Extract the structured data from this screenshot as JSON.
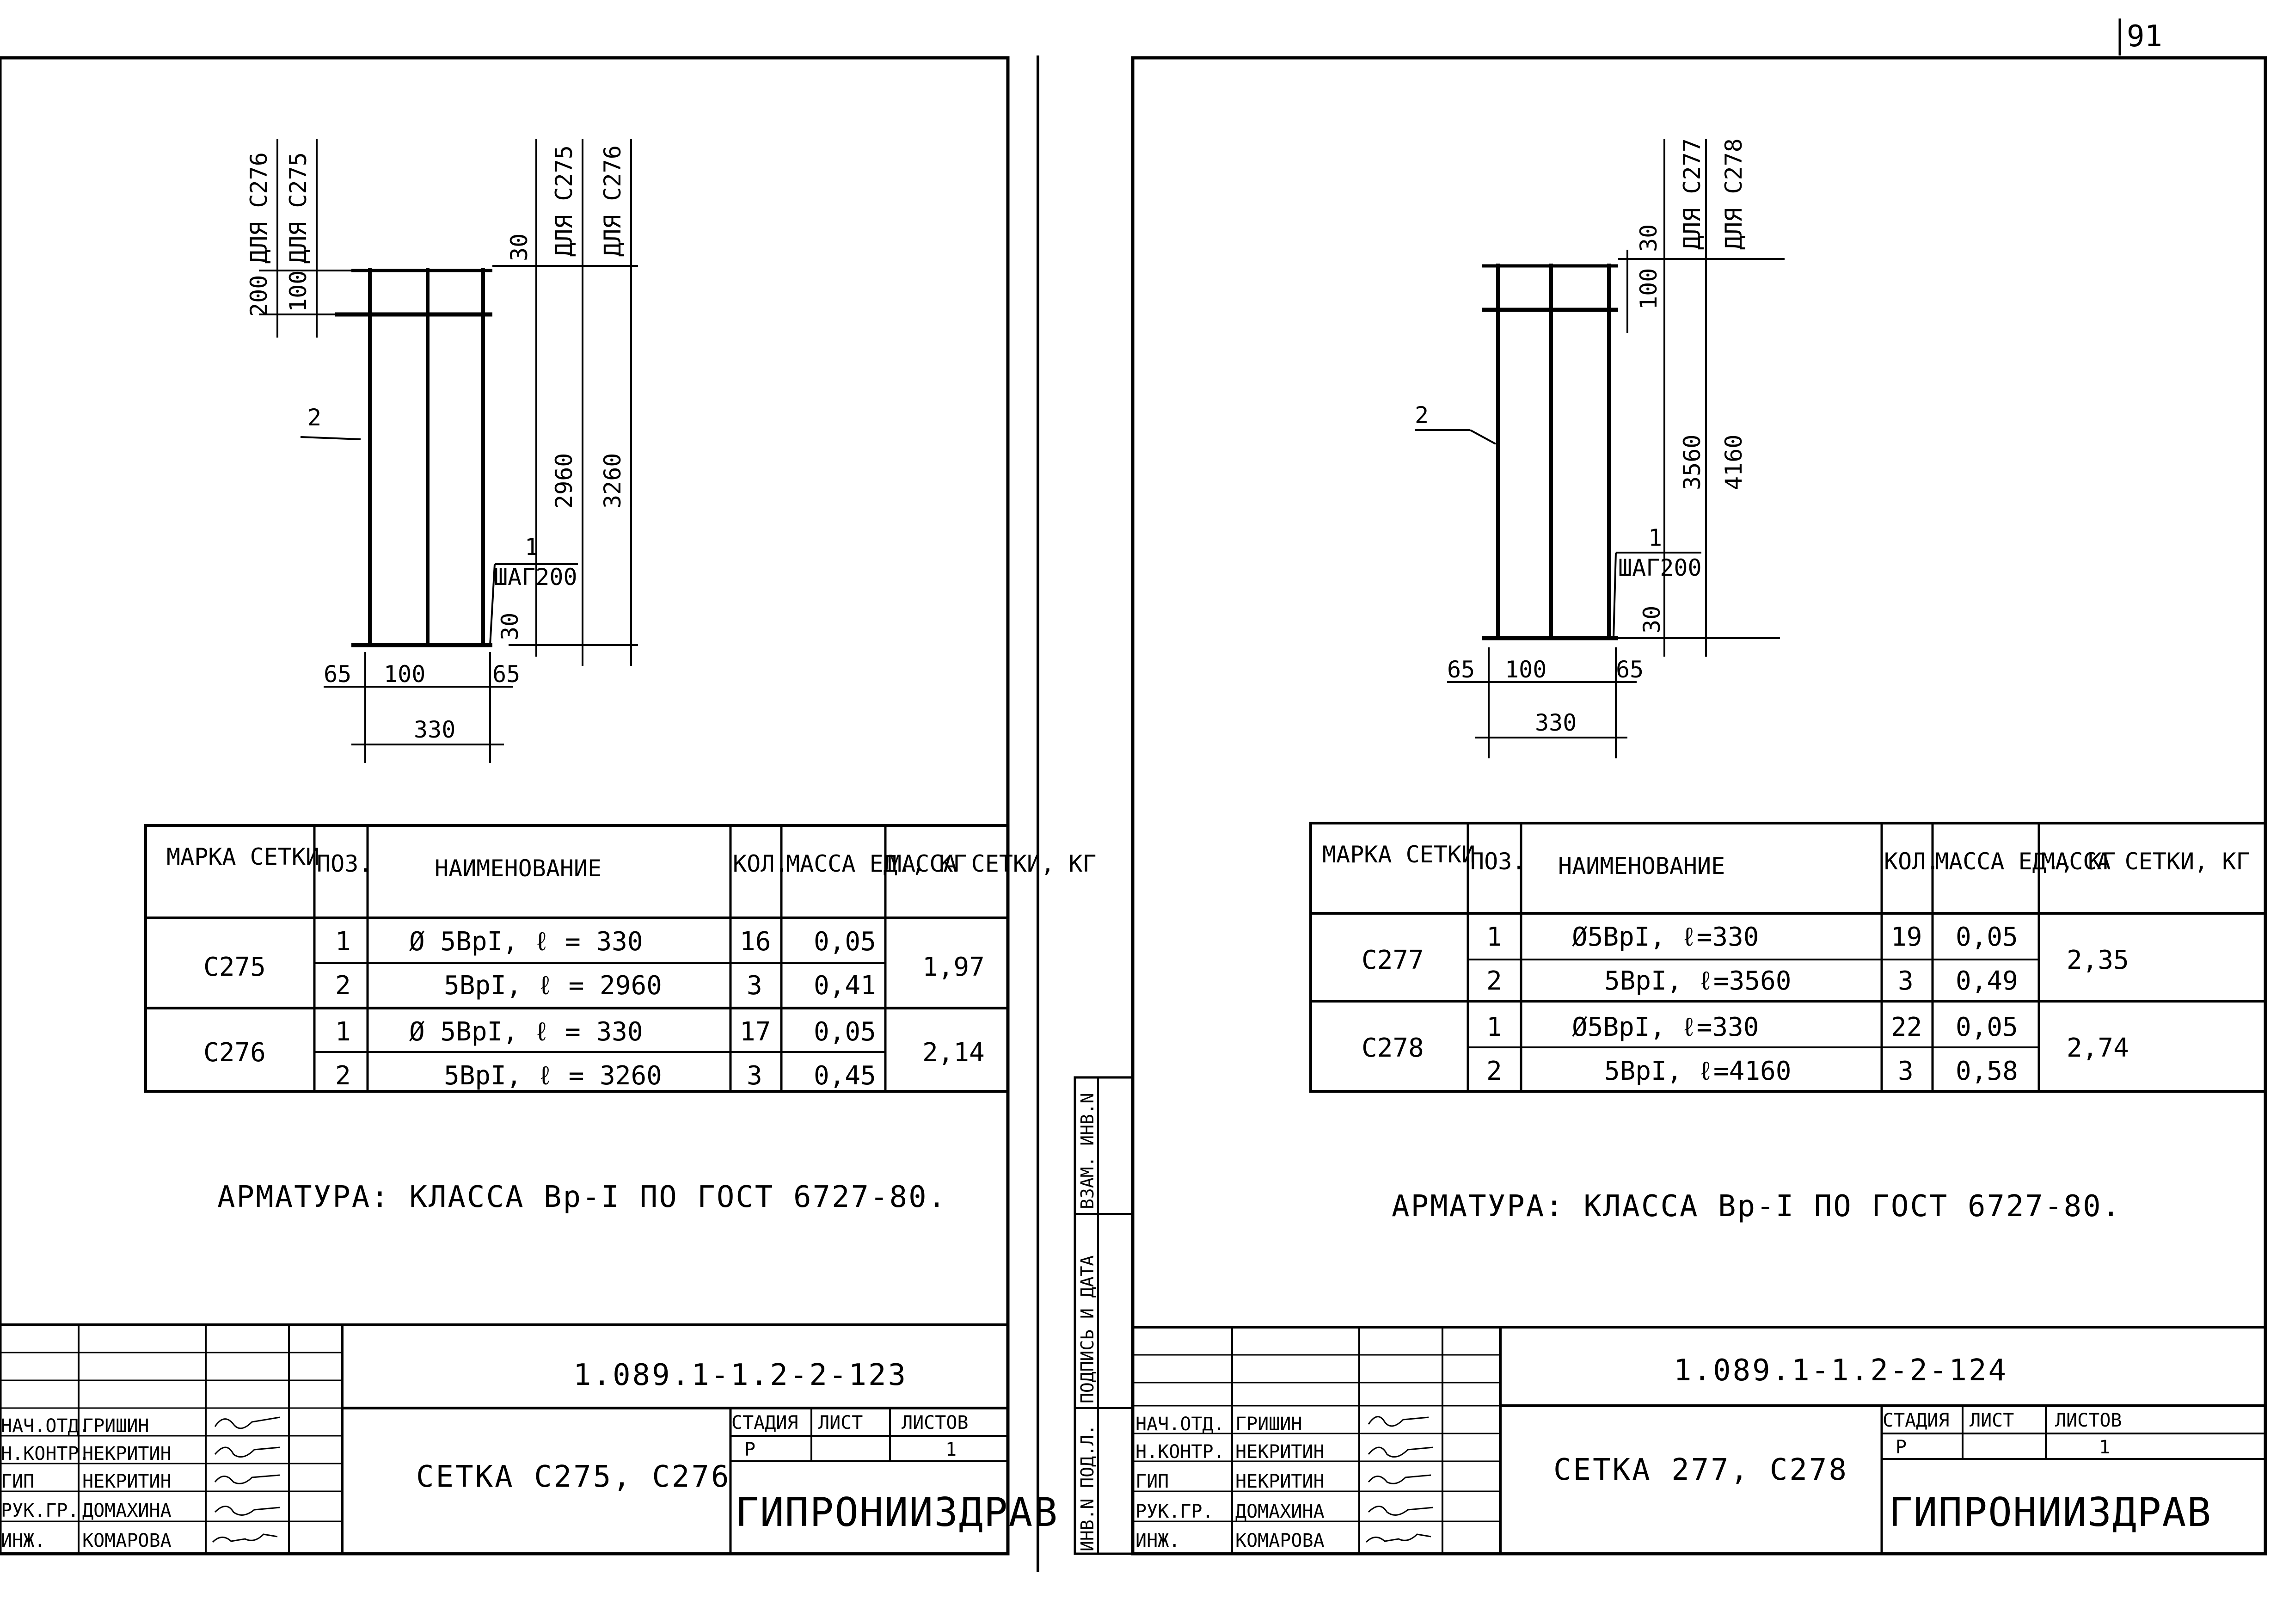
{
  "page_number": "91",
  "stamp_column": [
    "ИНВ.N ПОД.Л.",
    "ПОДПИСЬ И ДАТА",
    "ВЗАМ. ИНВ.N"
  ],
  "sheets": [
    {
      "id": "left",
      "drawing": {
        "dims_top": [
          "200",
          "100",
          "30"
        ],
        "dims_top_labels": [
          "ДЛЯ C276",
          "ДЛЯ C275",
          "ДЛЯ C275",
          "ДЛЯ C276"
        ],
        "dims_height": [
          "2960",
          "3260"
        ],
        "dims_bottom": [
          "65",
          "100",
          "65",
          "30"
        ],
        "dim_width": "330",
        "pos_1": "1",
        "pos_1_step": "ШАГ200",
        "pos_2": "2"
      },
      "table": {
        "headers": [
          "МАРКА СЕТКИ",
          "ПОЗ.",
          "НАИМЕНОВАНИЕ",
          "КОЛ.",
          "МАССА ЕД., КГ",
          "МАССА СЕТКИ, КГ"
        ],
        "groups": [
          {
            "mark": "C275",
            "mass_total": "1,97",
            "rows": [
              {
                "pos": "1",
                "name": "Ø 5ВрI,   ℓ = 330",
                "qty": "16",
                "mass": "0,05"
              },
              {
                "pos": "2",
                "name": "5ВрI,   ℓ = 2960",
                "qty": "3",
                "mass": "0,41"
              }
            ]
          },
          {
            "mark": "C276",
            "mass_total": "2,14",
            "rows": [
              {
                "pos": "1",
                "name": "Ø 5ВрI,   ℓ = 330",
                "qty": "17",
                "mass": "0,05"
              },
              {
                "pos": "2",
                "name": "5ВрI,   ℓ = 3260",
                "qty": "3",
                "mass": "0,45"
              }
            ]
          }
        ]
      },
      "note": "АРМАТУРА: КЛАССА  Вр-I  ПО ГОСТ 6727-80.",
      "title_block": {
        "code": "1.089.1-1.2-2-123",
        "title": "СЕТКА С275, С276",
        "stage_label": "СТАДИЯ",
        "sheet_label": "ЛИСТ",
        "sheets_label": "ЛИСТОВ",
        "stage": "Р",
        "sheet": "",
        "sheets": "1",
        "org": "ГИПРОНИИЗДРАВ",
        "people": [
          {
            "role": "НАЧ.ОТД.",
            "name": "ГРИШИН"
          },
          {
            "role": "Н.КОНТР.",
            "name": "НЕКРИТИН"
          },
          {
            "role": "ГИП",
            "name": "НЕКРИТИН"
          },
          {
            "role": "РУК.ГР.",
            "name": "ДОМАХИНА"
          },
          {
            "role": "ИНЖ.",
            "name": "КОМАРОВА"
          }
        ]
      }
    },
    {
      "id": "right",
      "drawing": {
        "dims_top": [
          "100",
          "30"
        ],
        "dims_top_labels": [
          "ДЛЯ C277",
          "ДЛЯ C278"
        ],
        "dims_height": [
          "3560",
          "4160"
        ],
        "dims_bottom": [
          "65",
          "100",
          "65",
          "30"
        ],
        "dim_width": "330",
        "pos_1": "1",
        "pos_1_step": "ШАГ200",
        "pos_2": "2"
      },
      "table": {
        "headers": [
          "МАРКА СЕТКИ",
          "ПОЗ.",
          "НАИМЕНОВАНИЕ",
          "КОЛ.",
          "МАССА ЕД., КГ",
          "МАССА СЕТКИ, КГ"
        ],
        "groups": [
          {
            "mark": "C277",
            "mass_total": "2,35",
            "rows": [
              {
                "pos": "1",
                "name": "Ø5ВрI,   ℓ=330",
                "qty": "19",
                "mass": "0,05"
              },
              {
                "pos": "2",
                "name": "5ВрI,   ℓ=3560",
                "qty": "3",
                "mass": "0,49"
              }
            ]
          },
          {
            "mark": "C278",
            "mass_total": "2,74",
            "rows": [
              {
                "pos": "1",
                "name": "Ø5ВрI,   ℓ=330",
                "qty": "22",
                "mass": "0,05"
              },
              {
                "pos": "2",
                "name": "5ВрI,   ℓ=4160",
                "qty": "3",
                "mass": "0,58"
              }
            ]
          }
        ]
      },
      "note": "АРМАТУРА: КЛАССА  Вр-I  ПО ГОСТ 6727-80.",
      "title_block": {
        "code": "1.089.1-1.2-2-124",
        "title": "СЕТКА 277, С278",
        "stage_label": "СТАДИЯ",
        "sheet_label": "ЛИСТ",
        "sheets_label": "ЛИСТОВ",
        "stage": "Р",
        "sheet": "",
        "sheets": "1",
        "org": "ГИПРОНИИЗДРАВ",
        "people": [
          {
            "role": "НАЧ.ОТД.",
            "name": "ГРИШИН"
          },
          {
            "role": "Н.КОНТР.",
            "name": "НЕКРИТИН"
          },
          {
            "role": "ГИП",
            "name": "НЕКРИТИН"
          },
          {
            "role": "РУК.ГР.",
            "name": "ДОМАХИНА"
          },
          {
            "role": "ИНЖ.",
            "name": "КОМАРОВА"
          }
        ]
      }
    }
  ]
}
